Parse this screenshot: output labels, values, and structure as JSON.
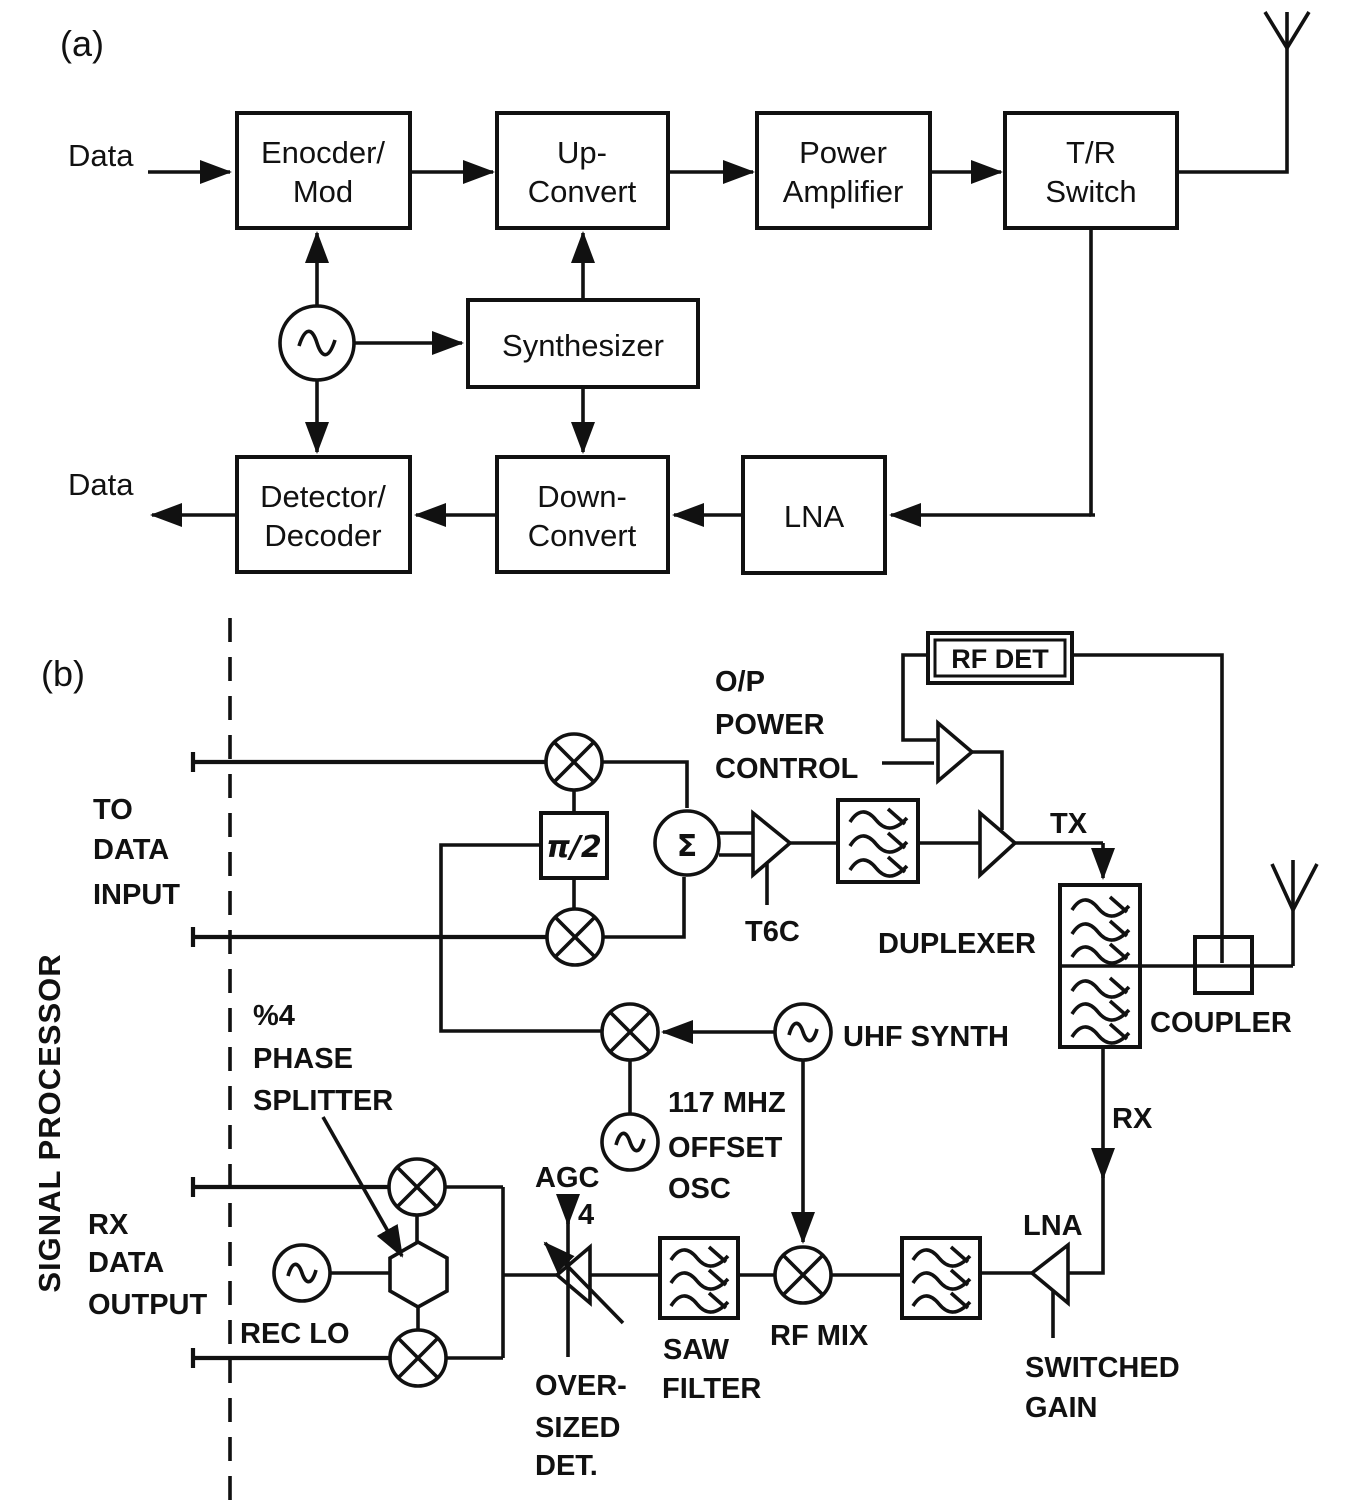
{
  "figure": {
    "panel_a": {
      "tag": "(a)",
      "data_input_label": "Data",
      "data_output_label": "Data",
      "blocks": {
        "encoder": {
          "line1": "Enocder/",
          "line2": "Mod"
        },
        "up_convert": {
          "line1": "Up-",
          "line2": "Convert"
        },
        "power_amplifier": {
          "line1": "Power",
          "line2": "Amplifier"
        },
        "tr_switch": {
          "line1": "T/R",
          "line2": "Switch"
        },
        "synthesizer": "Synthesizer",
        "detector": {
          "line1": "Detector/",
          "line2": "Decoder"
        },
        "down_convert": {
          "line1": "Down-",
          "line2": "Convert"
        },
        "lna": "LNA"
      }
    },
    "panel_b": {
      "tag": "(b)",
      "signal_processor": "SIGNAL PROCESSOR",
      "to_data_input": {
        "line1": "TO",
        "line2": "DATA",
        "line3": "INPUT"
      },
      "rx_data_output": {
        "line1": "RX",
        "line2": "DATA",
        "line3": "OUTPUT"
      },
      "op_power_control": {
        "line1": "O/P",
        "line2": "POWER",
        "line3": "CONTROL"
      },
      "rf_det": "RF DET",
      "tx": "TX",
      "t6c": "T6C",
      "pi_over_2": "π/2",
      "sigma": "Σ",
      "duplexer": "DUPLEXER",
      "coupler": "COUPLER",
      "rx": "RX",
      "lna": "LNA",
      "switched_gain": {
        "line1": "SWITCHED",
        "line2": "GAIN"
      },
      "uhf_synth": "UHF SYNTH",
      "offset_osc": {
        "line1": "117 MHZ",
        "line2": "OFFSET",
        "line3": "OSC"
      },
      "rf_mix": "RF MIX",
      "saw_filter": {
        "line1": "SAW",
        "line2": "FILTER"
      },
      "agc": "AGC",
      "agc_steps": "4",
      "oversized_det": {
        "line1": "OVER-",
        "line2": "SIZED",
        "line3": "DET."
      },
      "phase_splitter": {
        "line1": "%4",
        "line2": "PHASE",
        "line3": "SPLITTER"
      },
      "rec_lo": "REC LO"
    },
    "colors": {
      "ink": "#111111",
      "paper": "#ffffff"
    }
  }
}
